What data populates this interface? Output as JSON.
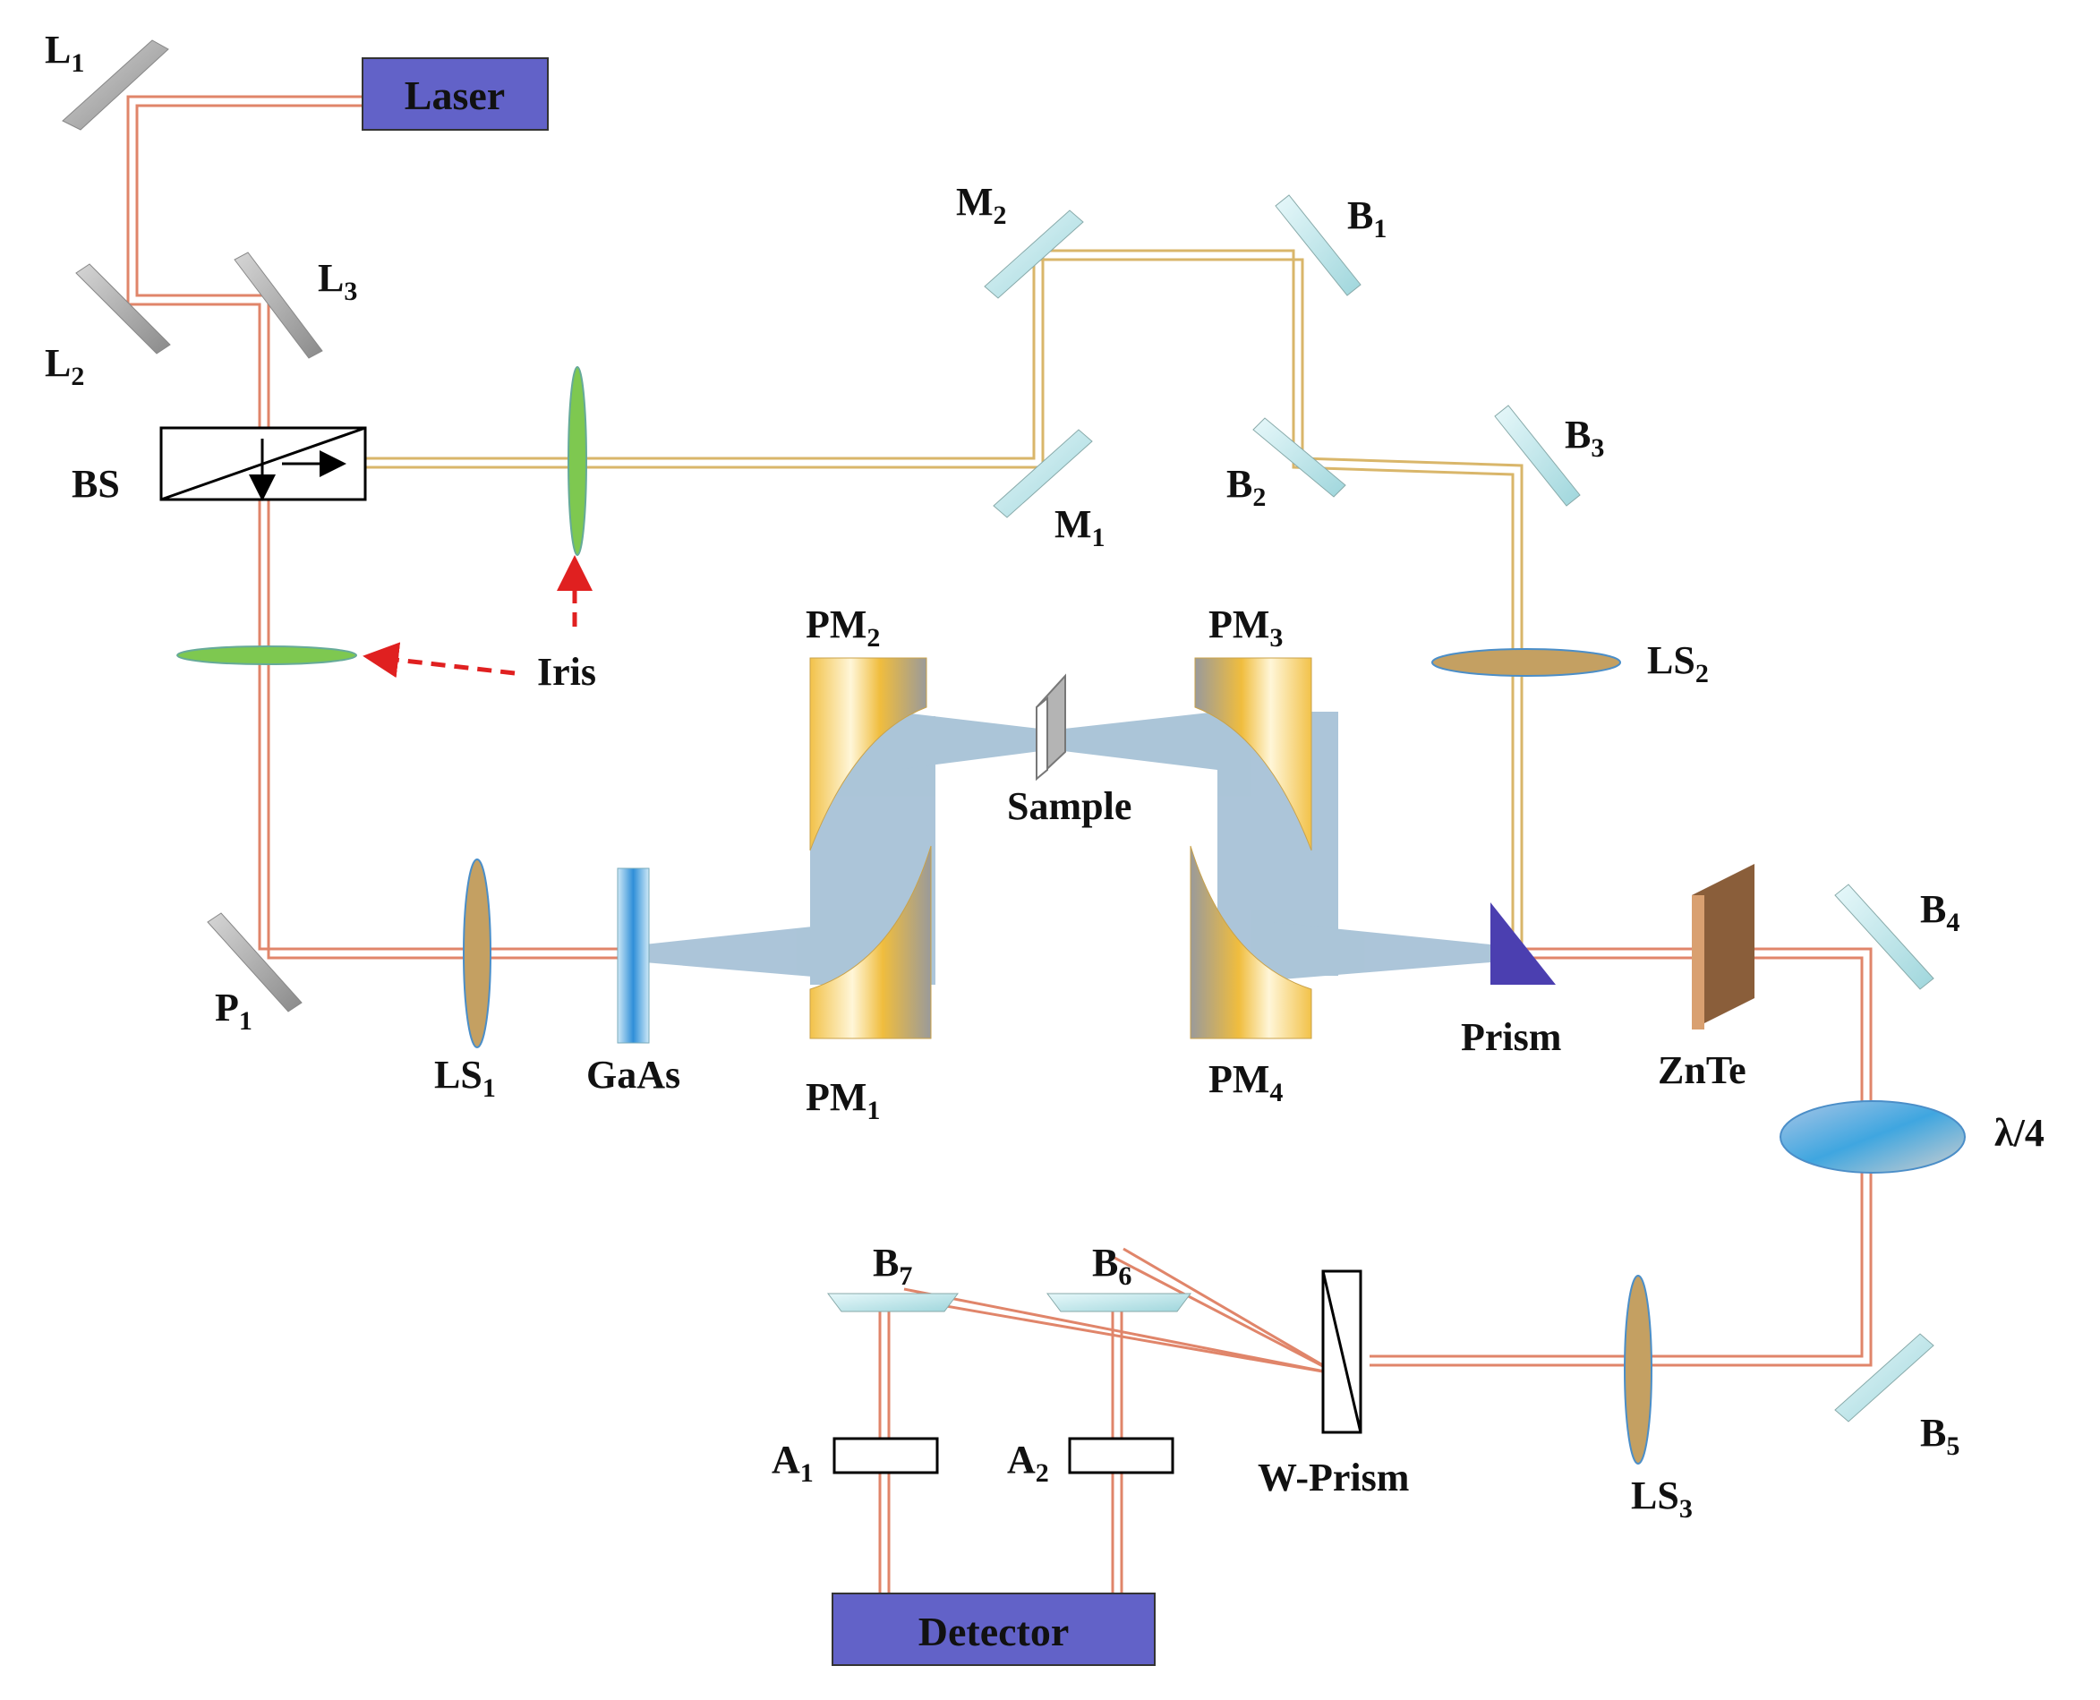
{
  "colors": {
    "pump_beam": "#e0856a",
    "probe_beam": "#d9b66a",
    "thz_beam": "#9dbbd2",
    "source_box": "#6262c8",
    "mirror_grey": "#a8a8a8",
    "mirror_cyan": "#bfe8ec",
    "lens_green": "#7ec850",
    "lens_gold": "#c4a062",
    "iris_arrow": "#e02020",
    "zntechip": "#b87c4e",
    "prism": "#4b3fb0"
  },
  "sources": {
    "laser": "Laser",
    "detector": "Detector"
  },
  "labels": {
    "L1": {
      "main": "L",
      "sub": "1"
    },
    "L2": {
      "main": "L",
      "sub": "2"
    },
    "L3": {
      "main": "L",
      "sub": "3"
    },
    "BS": {
      "main": "BS",
      "sub": ""
    },
    "Iris": {
      "main": "Iris",
      "sub": ""
    },
    "P1": {
      "main": "P",
      "sub": "1"
    },
    "LS1": {
      "main": "LS",
      "sub": "1"
    },
    "GaAs": {
      "main": "GaAs",
      "sub": ""
    },
    "PM1": {
      "main": "PM",
      "sub": "1"
    },
    "PM2": {
      "main": "PM",
      "sub": "2"
    },
    "PM3": {
      "main": "PM",
      "sub": "3"
    },
    "PM4": {
      "main": "PM",
      "sub": "4"
    },
    "Sample": {
      "main": "Sample",
      "sub": ""
    },
    "M1": {
      "main": "M",
      "sub": "1"
    },
    "M2": {
      "main": "M",
      "sub": "2"
    },
    "B1": {
      "main": "B",
      "sub": "1"
    },
    "B2": {
      "main": "B",
      "sub": "2"
    },
    "B3": {
      "main": "B",
      "sub": "3"
    },
    "B4": {
      "main": "B",
      "sub": "4"
    },
    "B5": {
      "main": "B",
      "sub": "5"
    },
    "B6": {
      "main": "B",
      "sub": "6"
    },
    "B7": {
      "main": "B",
      "sub": "7"
    },
    "LS2": {
      "main": "LS",
      "sub": "2"
    },
    "LS3": {
      "main": "LS",
      "sub": "3"
    },
    "Prism": {
      "main": "Prism",
      "sub": ""
    },
    "ZnTe": {
      "main": "ZnTe",
      "sub": ""
    },
    "QWP": {
      "main": "λ/4",
      "sub": ""
    },
    "WPrism": {
      "main": "W-Prism",
      "sub": ""
    },
    "A1": {
      "main": "A",
      "sub": "1"
    },
    "A2": {
      "main": "A",
      "sub": "2"
    }
  }
}
